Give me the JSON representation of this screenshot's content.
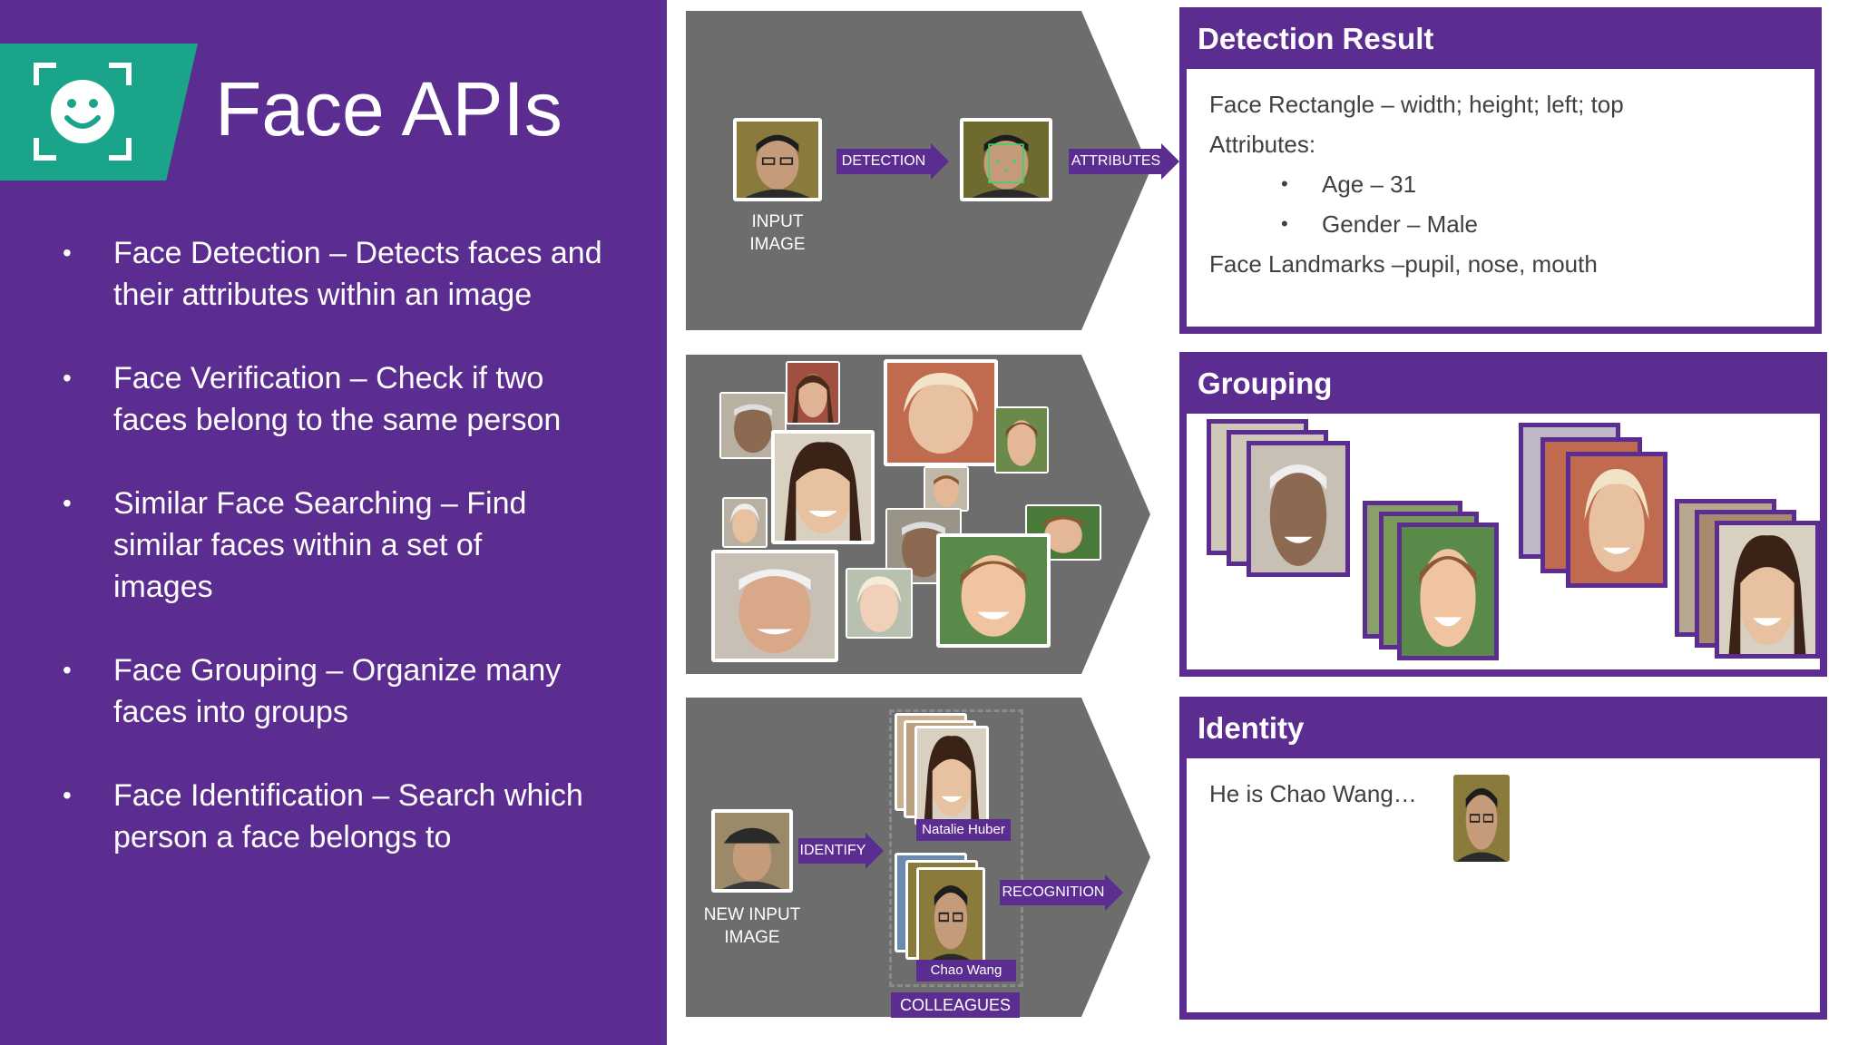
{
  "title": "Face APIs",
  "bullets": [
    {
      "term": "Face Detection",
      "desc": "Detects faces and their attributes within an image"
    },
    {
      "term": "Face Verification",
      "desc": "Check if two faces belong to the same person"
    },
    {
      "term": "Similar Face Searching",
      "desc": "Find similar faces within a set of images"
    },
    {
      "term": "Face Grouping",
      "desc": "Organize many faces into groups"
    },
    {
      "term": "Face Identification",
      "desc": "Search which person a face belongs to"
    }
  ],
  "bullet_text": [
    "Face Detection – Detects faces and their attributes within an image",
    "Face Verification – Check if two faces belong to the same person",
    "Similar Face Searching – Find similar faces within a set of images",
    "Face Grouping – Organize many faces into groups",
    "Face Identification – Search which person a face belongs to"
  ],
  "bullet_symbol": "•",
  "detection_flow": {
    "input_label_1": "INPUT",
    "input_label_2": "IMAGE",
    "detection_tag": "DETECTION",
    "attributes_tag": "ATTRIBUTES"
  },
  "detection_result": {
    "title": "Detection Result",
    "rectangle": "Face Rectangle – width; height; left; top",
    "attributes_label": "Attributes:",
    "age": "Age – 31",
    "gender": "Gender – Male",
    "landmarks": "Face Landmarks –pupil, nose, mouth"
  },
  "grouping": {
    "title": "Grouping"
  },
  "identify_flow": {
    "new_input_1": "NEW INPUT",
    "new_input_2": "IMAGE",
    "identify_tag": "IDENTIFY",
    "recognition_tag": "RECOGNITION",
    "person_a": "Natalie Huber",
    "person_b": "Chao Wang",
    "group_label": "COLLEAGUES"
  },
  "identity": {
    "title": "Identity",
    "result": "He is Chao Wang…"
  },
  "colors": {
    "purple": "#5c2d91",
    "teal": "#1aa58a",
    "gray": "#6d6d6d"
  }
}
